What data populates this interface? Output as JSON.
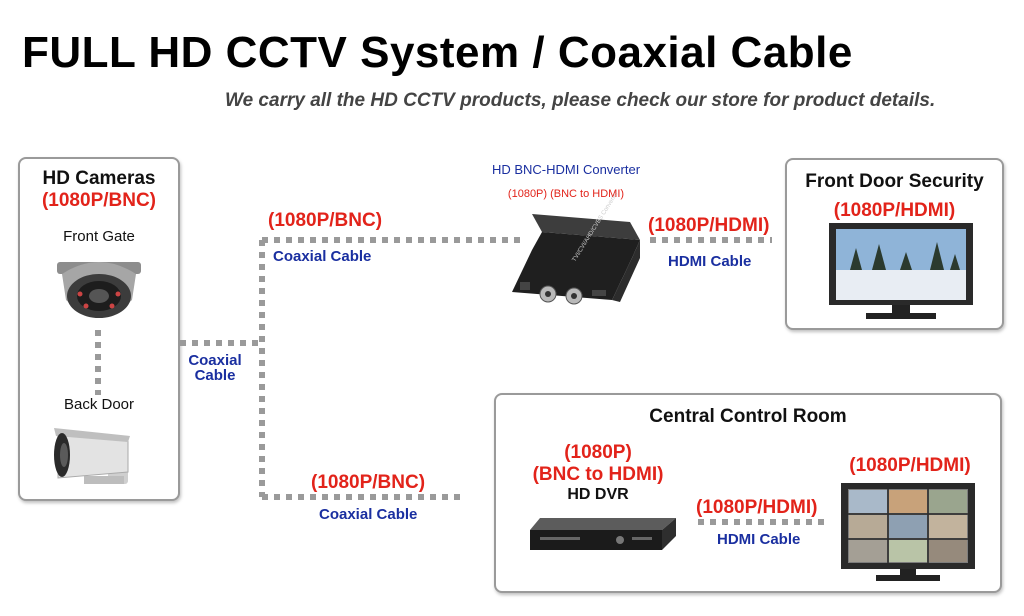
{
  "title": "FULL HD CCTV System / Coaxial Cable",
  "subtitle": "We carry all the HD CCTV products, please check our store for product details.",
  "cameras_box": {
    "heading": "HD Cameras",
    "spec": "(1080P/BNC)",
    "camera1_label": "Front Gate",
    "camera2_label": "Back Door"
  },
  "left_cable_label": [
    "Coaxial",
    "Cable"
  ],
  "upper_link": {
    "spec": "(1080P/BNC)",
    "cable": "Coaxial Cable"
  },
  "lower_link": {
    "spec": "(1080P/BNC)",
    "cable": "Coaxial Cable"
  },
  "converter": {
    "title": "HD BNC-HDMI Converter",
    "spec": "(1080P) (BNC to HDMI)",
    "device_text": "TVI/CVI/AHD/CVBS Converter"
  },
  "converter_output": {
    "spec": "(1080P/HDMI)",
    "cable": "HDMI Cable"
  },
  "front_door_box": {
    "heading": "Front Door Security",
    "spec": "(1080P/HDMI)"
  },
  "control_room": {
    "heading": "Central Control Room",
    "dvr_spec1": "(1080P)",
    "dvr_spec2": "(BNC to HDMI)",
    "dvr_label": "HD DVR",
    "link_spec": "(1080P/HDMI)",
    "link_cable": "HDMI Cable",
    "monitor_spec": "(1080P/HDMI)"
  },
  "colors": {
    "red": "#e2231a",
    "blue": "#1a2fa0",
    "cable_gray": "#9a9a9a"
  }
}
